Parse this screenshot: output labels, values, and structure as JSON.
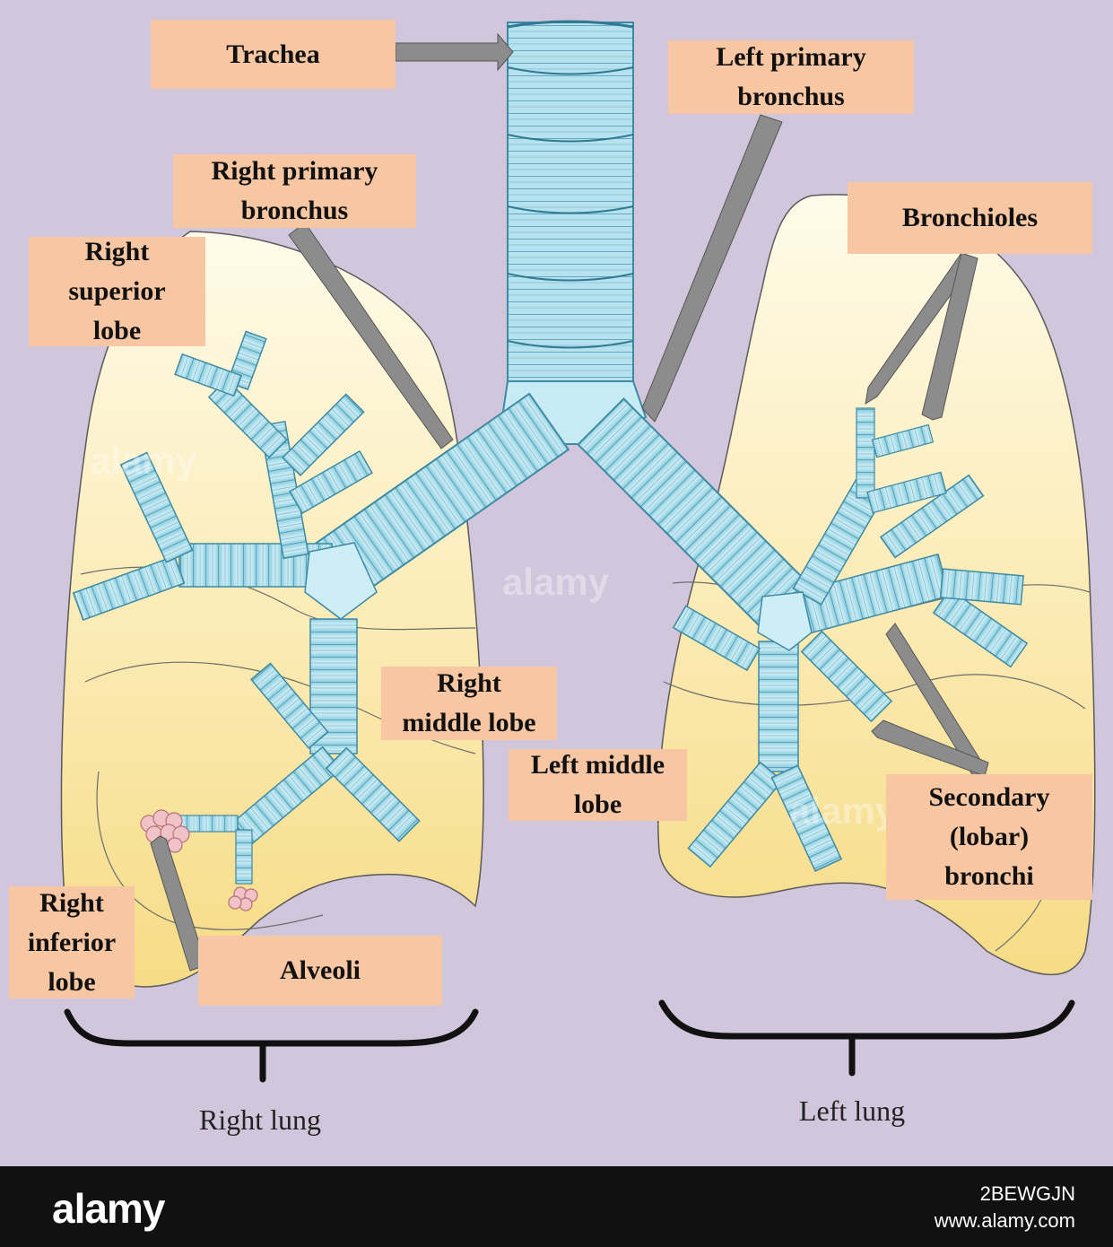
{
  "labels": {
    "trachea": [
      "Trachea"
    ],
    "left_primary_bronchus": [
      "Left primary",
      "bronchus"
    ],
    "right_primary_bronchus": [
      "Right primary",
      "bronchus"
    ],
    "right_superior_lobe": [
      "Right",
      "superior",
      "lobe"
    ],
    "bronchioles": [
      "Bronchioles"
    ],
    "right_middle_lobe": [
      "Right",
      "middle lobe"
    ],
    "left_middle_lobe": [
      "Left middle",
      "lobe"
    ],
    "secondary_bronchi": [
      "Secondary",
      "(lobar)",
      "bronchi"
    ],
    "right_inferior_lobe": [
      "Right",
      "inferior",
      "lobe"
    ],
    "alveoli": [
      "Alveoli"
    ]
  },
  "captions": {
    "right_lung": "Right lung",
    "left_lung": "Left lung"
  },
  "watermark": {
    "brand": "alamy",
    "image_id": "2BEWGJN",
    "site": "www.alamy.com"
  },
  "colors": {
    "background": "#d2c6dc",
    "lung_fill_top": "#fdf6dc",
    "lung_fill_bottom": "#f7df8e",
    "airway": "#a9dcea",
    "label_box": "#f7c6a3",
    "pointer": "#8c8c8c"
  }
}
